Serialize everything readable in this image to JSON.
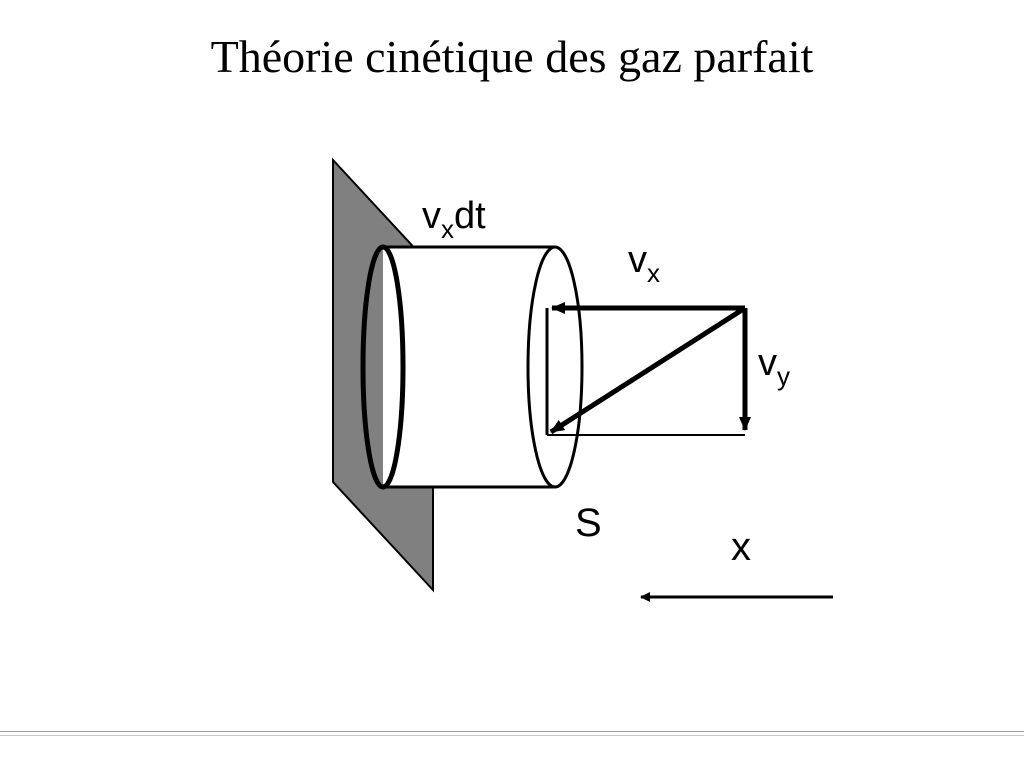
{
  "slide": {
    "title": "Théorie cinétique des gaz parfait"
  },
  "labels": {
    "vxdt_main": "v",
    "vxdt_sub": "x",
    "vxdt_rest": "dt",
    "vx_main": "v",
    "vx_sub": "x",
    "vy_main": "v",
    "vy_sub": "y",
    "surface": "S",
    "axis": "x"
  },
  "colors": {
    "wall_fill": "#808080",
    "stroke": "#000000",
    "background": "#ffffff"
  }
}
